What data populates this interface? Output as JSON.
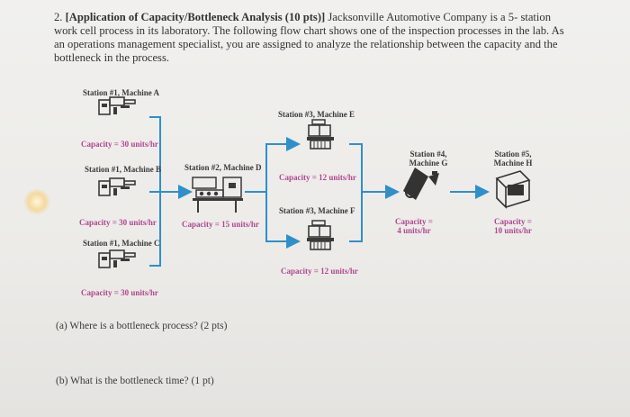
{
  "question": {
    "number": "2.",
    "title": "[Application of Capacity/Bottleneck Analysis (10 pts)]",
    "lines": [
      "Jacksonville Automotive Company is a 5-",
      "station work cell process in its laboratory.  The following flow chart shows one of the inspection processes",
      "in the lab. As an operations management specialist, you are assigned to analyze the relationship between",
      "the capacity and the bottleneck in the process."
    ]
  },
  "flow": {
    "s1a": {
      "label": "Station #1, Machine A",
      "capacity": "Capacity = 30 units/hr"
    },
    "s1b": {
      "label": "Station #1, Machine B",
      "capacity": "Capacity = 30 units/hr"
    },
    "s1c": {
      "label": "Station #1, Machine C",
      "capacity": "Capacity = 30 units/hr"
    },
    "s2d": {
      "label": "Station #2, Machine D",
      "capacity": "Capacity = 15 units/hr"
    },
    "s3e": {
      "label": "Station #3, Machine E",
      "capacity": "Capacity = 12 units/hr"
    },
    "s3f": {
      "label": "Station #3, Machine F",
      "capacity": "Capacity = 12 units/hr"
    },
    "s4g": {
      "label_l1": "Station #4,",
      "label_l2": "Machine G",
      "cap_l1": "Capacity =",
      "cap_l2": "4 units/hr"
    },
    "s5h": {
      "label_l1": "Station #5,",
      "label_l2": "Machine H",
      "cap_l1": "Capacity =",
      "cap_l2": "10 units/hr"
    },
    "colors": {
      "capacity": "#b0468f",
      "arrow": "#2f8fc9",
      "machine": "#3a3a3a"
    }
  },
  "subquestions": {
    "a": "(a) Where is a bottleneck process? (2 pts)",
    "b": "(b) What is the bottleneck time? (1 pt)"
  }
}
